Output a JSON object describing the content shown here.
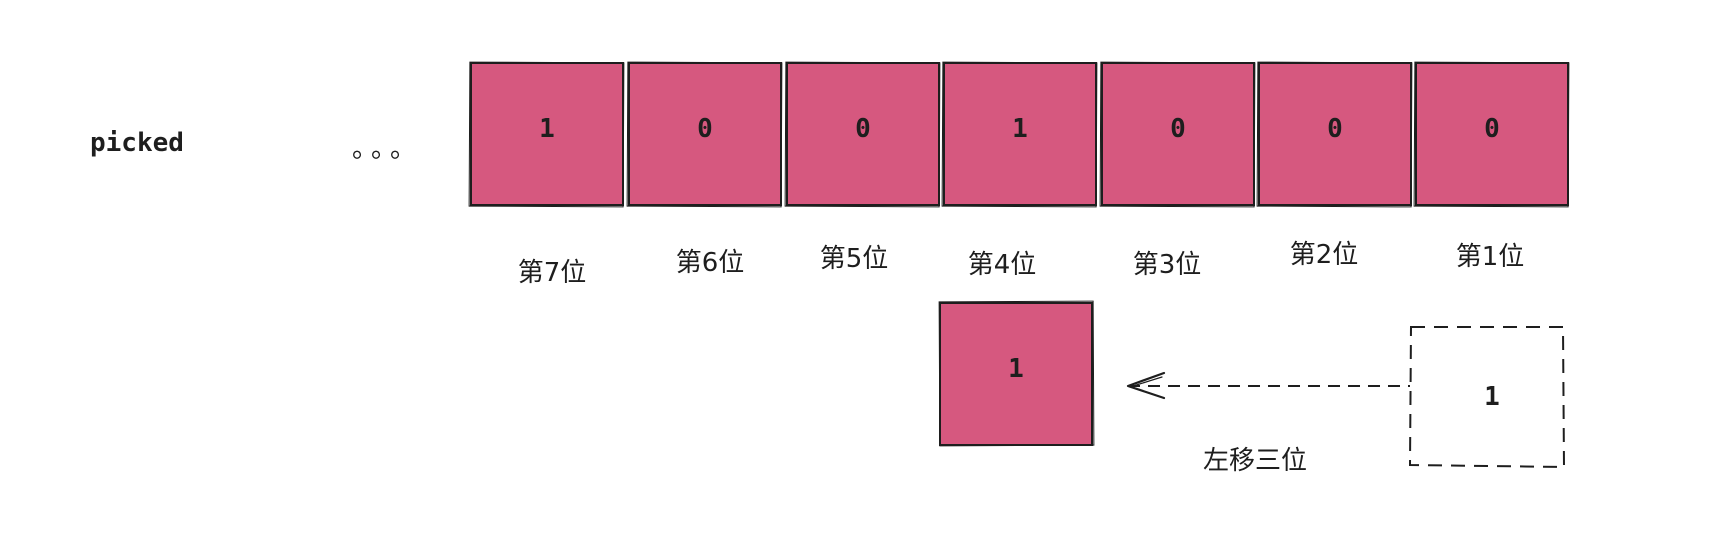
{
  "variable_label": "picked",
  "ellipsis": "。。。",
  "cells": [
    {
      "value": "1",
      "label": "第7位"
    },
    {
      "value": "0",
      "label": "第6位"
    },
    {
      "value": "0",
      "label": "第5位"
    },
    {
      "value": "1",
      "label": "第4位"
    },
    {
      "value": "0",
      "label": "第3位"
    },
    {
      "value": "0",
      "label": "第2位"
    },
    {
      "value": "0",
      "label": "第1位"
    }
  ],
  "result_value": "1",
  "source_value": "1",
  "shift_label": "左移三位",
  "colors": {
    "cell_fill": "#d6587f",
    "stroke": "#1e1e1e",
    "background": "#ffffff"
  }
}
